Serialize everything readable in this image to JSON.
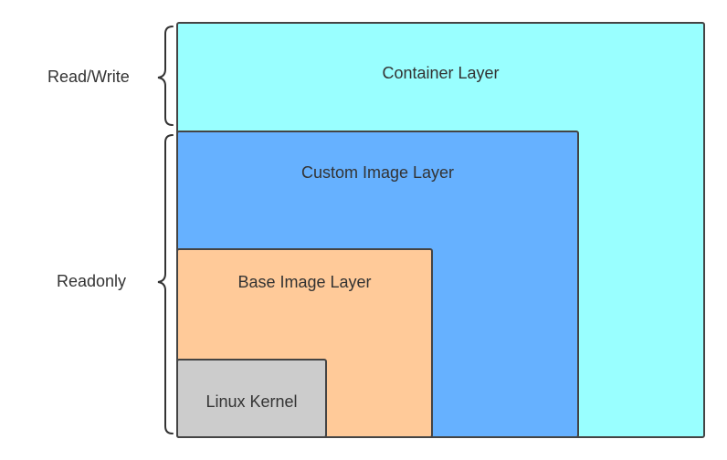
{
  "layers": {
    "container": "Container Layer",
    "custom_image": "Custom Image Layer",
    "base_image": "Base Image Layer",
    "kernel": "Linux Kernel"
  },
  "access_labels": {
    "read_write": "Read/Write",
    "readonly": "Readonly"
  },
  "colors": {
    "container": "#99ffff",
    "custom_image": "#66b1ff",
    "base_image": "#ffca99",
    "kernel": "#cccccc",
    "border": "#444444"
  }
}
